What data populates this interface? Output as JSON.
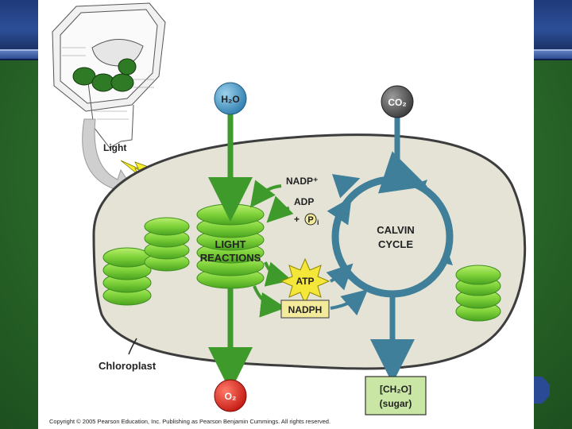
{
  "diagram": {
    "labels": {
      "light": "Light",
      "h2o": "H₂O",
      "co2": "CO₂",
      "nadp_plus": "NADP⁺",
      "adp": "ADP",
      "plus_pi_plus": "+",
      "pi_p": "P",
      "pi_i": "i",
      "light_reactions_line1": "LIGHT",
      "light_reactions_line2": "REACTIONS",
      "calvin_line1": "CALVIN",
      "calvin_line2": "CYCLE",
      "atp": "ATP",
      "nadph": "NADPH",
      "chloroplast": "Chloroplast",
      "o2": "O₂",
      "sugar_line1": "[CH₂O]",
      "sugar_line2": "(sugar)"
    },
    "copyright": "Copyright © 2005 Pearson Education, Inc. Publishing as Pearson Benjamin Cummings. All rights reserved.",
    "colors": {
      "stroma": "#e4e3d6",
      "membrane": "#3d3d3d",
      "thylakoid": "#7fd23a",
      "thylakoid_dark": "#3f8f1e",
      "arrow_green": "#3f9a2c",
      "arrow_blue": "#3f7f99",
      "h2o_circle": "#3d93c2",
      "co2_circle": "#5a5a5a",
      "o2_circle": "#e0241b",
      "atp_star": "#f5e63a",
      "nadph_box": "#f3ea9c",
      "sugar_box": "#c9e6a4",
      "lightning": "#f7ee2f"
    }
  }
}
